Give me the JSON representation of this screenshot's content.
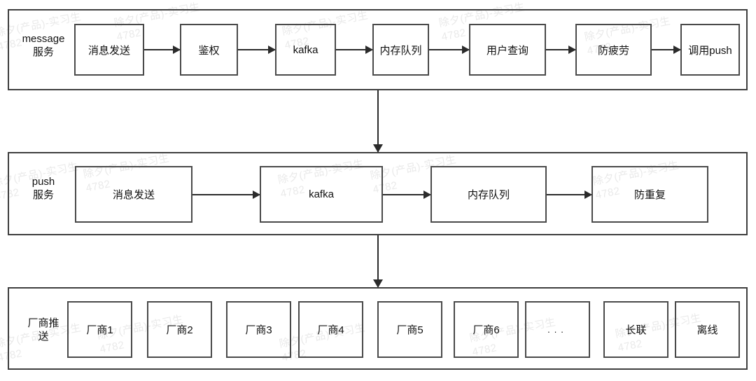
{
  "diagram": {
    "type": "flowchart",
    "title": "push message delivery pipeline",
    "watermark": {
      "text": "除夕(产品)-实习生",
      "id": "4782"
    },
    "colors": {
      "node_border": "#4a4a4a",
      "lane_border": "#3f3f3f",
      "arrow": "#2b2b2b",
      "background": "#ffffff",
      "text": "#111111",
      "watermark": "rgba(120,120,120,0.16)"
    },
    "lanes": [
      {
        "id": "message-service",
        "label": "message\n服务",
        "nodes": [
          {
            "id": "msg-send",
            "label": "消息发送"
          },
          {
            "id": "auth",
            "label": "鉴权"
          },
          {
            "id": "kafka-1",
            "label": "kafka"
          },
          {
            "id": "mem-queue-1",
            "label": "内存队列"
          },
          {
            "id": "user-query",
            "label": "用户查询"
          },
          {
            "id": "anti-fatigue",
            "label": "防疲劳"
          },
          {
            "id": "call-push",
            "label": "调用push"
          }
        ]
      },
      {
        "id": "push-service",
        "label": "push\n服务",
        "nodes": [
          {
            "id": "msg-send-2",
            "label": "消息发送"
          },
          {
            "id": "kafka-2",
            "label": "kafka"
          },
          {
            "id": "mem-queue-2",
            "label": "内存队列"
          },
          {
            "id": "anti-dup",
            "label": "防重复"
          }
        ]
      },
      {
        "id": "vendor-push",
        "label": "厂商推\n送",
        "nodes": [
          {
            "id": "vendor-1",
            "label": "厂商1"
          },
          {
            "id": "vendor-2",
            "label": "厂商2"
          },
          {
            "id": "vendor-3",
            "label": "厂商3"
          },
          {
            "id": "vendor-4",
            "label": "厂商4"
          },
          {
            "id": "vendor-5",
            "label": "厂商5"
          },
          {
            "id": "vendor-6",
            "label": "厂商6"
          },
          {
            "id": "vendor-more",
            "label": "..."
          },
          {
            "id": "changlian",
            "label": "长联"
          },
          {
            "id": "offline",
            "label": "离线"
          }
        ]
      }
    ]
  }
}
